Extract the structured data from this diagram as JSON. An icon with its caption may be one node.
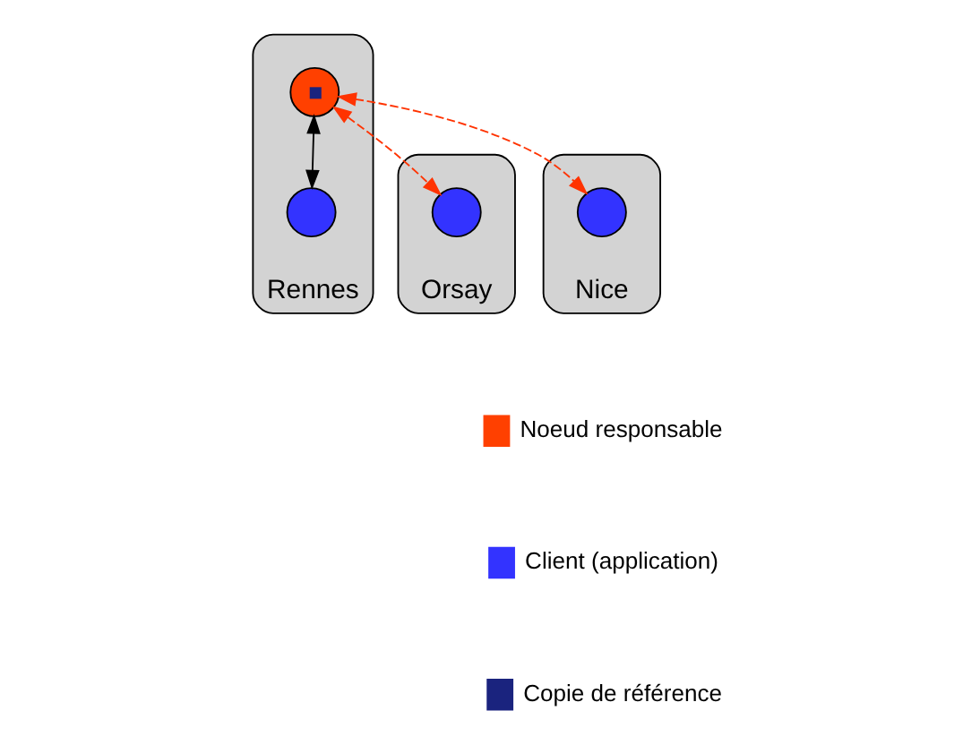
{
  "diagram": {
    "nodes": [
      {
        "text": [
          "Rennes"
        ]
      },
      {
        "text": [],
        "shape": "circle",
        "in": 0
      },
      {
        "text": [],
        "shape": "circle",
        "in": 0
      },
      {
        "text": [
          "Orsay"
        ]
      },
      {
        "text": [],
        "shape": "circle",
        "in": 3
      },
      {
        "text": [
          "Nice"
        ]
      },
      {
        "text": [],
        "shape": "circle",
        "in": 5
      }
    ],
    "edges": [
      {
        "from": 1,
        "to": 2,
        "arrow": "both",
        "color": "#000000"
      },
      {
        "from": 1,
        "to": 4,
        "arrow": "both",
        "style": "dashed",
        "color": "#ff3300"
      },
      {
        "from": 1,
        "to": 6,
        "arrow": "both",
        "style": "dashed",
        "color": "#ff3300"
      }
    ],
    "legend": [
      {
        "text": "Noeud responsable",
        "color": "#ff4000"
      },
      {
        "text": "Client (application)",
        "color": "#3333ff"
      },
      {
        "text": "Copie de référence",
        "color": "#1a237e"
      }
    ]
  }
}
